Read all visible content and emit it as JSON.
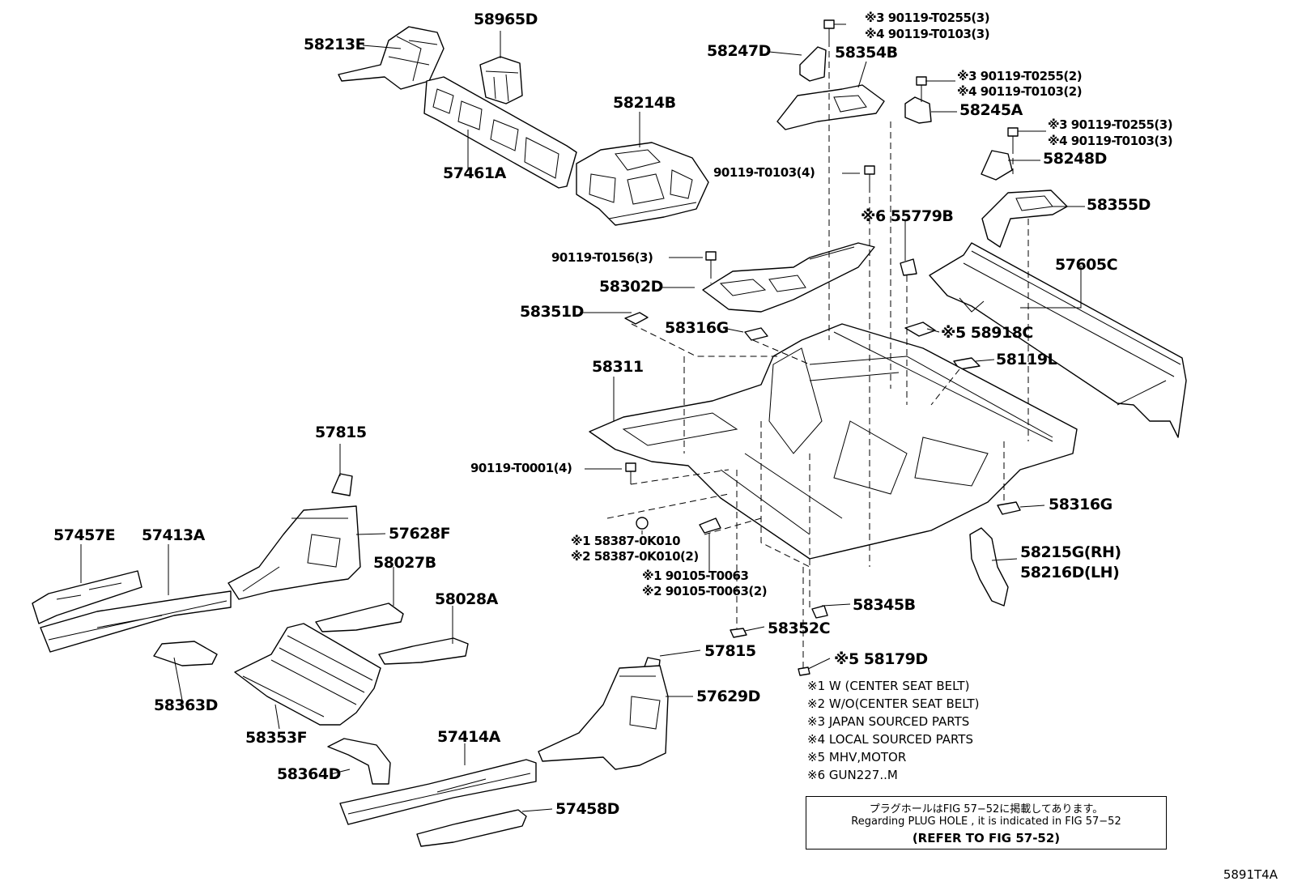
{
  "diagram_code": "5891T4A",
  "parts": {
    "p58213E": "58213E",
    "p58965D": "58965D",
    "p57461A": "57461A",
    "p58214B": "58214B",
    "p58247D": "58247D",
    "p58354B": "58354B",
    "bolt_top1": [
      "※3 90119-T0255(3)",
      "※4 90119-T0103(3)"
    ],
    "bolt_top2": [
      "※3 90119-T0255(2)",
      "※4 90119-T0103(2)"
    ],
    "p58245A": "58245A",
    "bolt_top3": [
      "※3 90119-T0255(3)",
      "※4 90119-T0103(3)"
    ],
    "p58248D": "58248D",
    "b90119_T0103_4": "90119-T0103(4)",
    "p58355D": "58355D",
    "p55779B": "※6 55779B",
    "b90119_T0156_3": "90119-T0156(3)",
    "p57605C": "57605C",
    "p58302D": "58302D",
    "p58351D": "58351D",
    "p58316G_a": "58316G",
    "p58918C": "※5 58918C",
    "p58119L": "58119L",
    "p58311": "58311",
    "p57815_a": "57815",
    "b90119_T0001_4": "90119-T0001(4)",
    "p58316G_b": "58316G",
    "p57457E": "57457E",
    "p57413A": "57413A",
    "p57628F": "57628F",
    "p58387": [
      "※1 58387-0K010",
      "※2 58387-0K010(2)"
    ],
    "p58215G": "58215G(RH)",
    "p58216D": "58216D(LH)",
    "p58027B": "58027B",
    "b90105": [
      "※1 90105-T0063",
      "※2 90105-T0063(2)"
    ],
    "p58028A": "58028A",
    "p58345B": "58345B",
    "p58352C": "58352C",
    "p57815_b": "57815",
    "p58363D": "58363D",
    "p58179D": "※5 58179D",
    "p57629D": "57629D",
    "p58353F": "58353F",
    "p57414A": "57414A",
    "p58364D": "58364D",
    "p57458D": "57458D"
  },
  "legend": [
    "※1 W (CENTER SEAT BELT)",
    "※2 W/O(CENTER SEAT BELT)",
    "※3 JAPAN SOURCED PARTS",
    "※4 LOCAL SOURCED PARTS",
    "※5 MHV,MOTOR",
    "※6 GUN227..M"
  ],
  "reference_box": {
    "japanese": "プラグホールはFIG 57−52に掲載してあります。",
    "english": "Regarding PLUG HOLE , it is indicated in FIG 57−52",
    "refer": "(REFER TO FIG 57-52)"
  }
}
